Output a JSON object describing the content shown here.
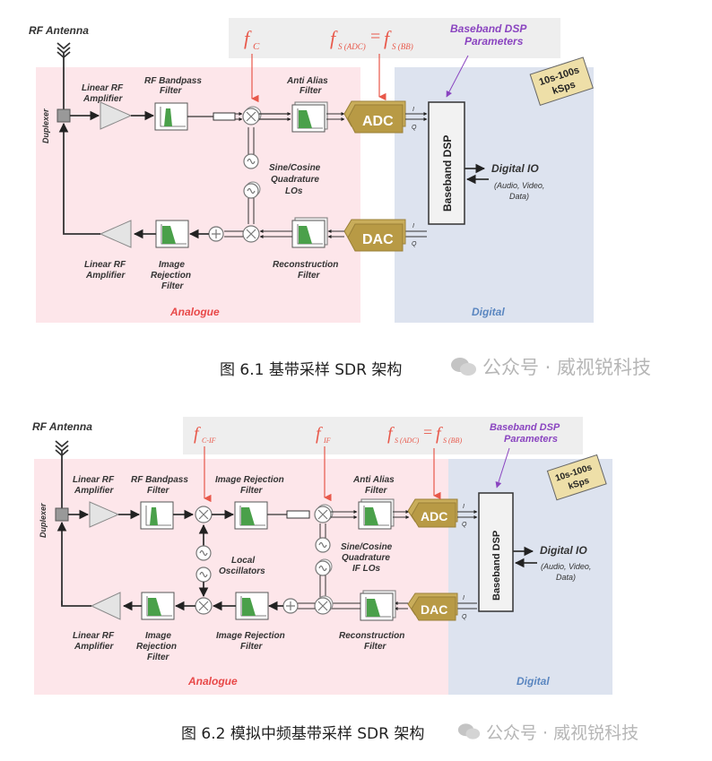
{
  "figure1": {
    "antenna_label": "RF Antenna",
    "duplexer_label": "Duplexer",
    "freq_fc": "f",
    "freq_fc_sub": "C",
    "freq_fs_left": "f",
    "freq_fs_left_sub": "S (ADC)",
    "freq_eq": "=",
    "freq_fs_right": "f",
    "freq_fs_right_sub": "S (BB)",
    "dsp_params_line1": "Baseband DSP",
    "dsp_params_line2": "Parameters",
    "rate_line1": "10s-100s",
    "rate_line2": "kSps",
    "rx_amp_line1": "Linear RF",
    "rx_amp_line2": "Amplifier",
    "bpf_line1": "RF Bandpass",
    "bpf_line2": "Filter",
    "aaf_line1": "Anti Alias",
    "aaf_line2": "Filter",
    "adc": "ADC",
    "dac": "DAC",
    "i_label": "I",
    "q_label": "Q",
    "lo_line1": "Sine/Cosine",
    "lo_line2": "Quadrature",
    "lo_line3": "LOs",
    "dsp_block": "Baseband DSP",
    "digital_io": "Digital IO",
    "digital_io_sub1": "(Audio, Video,",
    "digital_io_sub2": "Data)",
    "tx_amp_line1": "Linear RF",
    "tx_amp_line2": "Amplifier",
    "irf_line1": "Image",
    "irf_line2": "Rejection",
    "irf_line3": "Filter",
    "recon_line1": "Reconstruction",
    "recon_line2": "Filter",
    "analogue": "Analogue",
    "digital": "Digital",
    "caption": "图 6.1 基带采样 SDR 架构",
    "watermark": "公众号 · 威视锐科技"
  },
  "figure2": {
    "antenna_label": "RF Antenna",
    "duplexer_label": "Duplexer",
    "freq_fcrf": "f",
    "freq_fcrf_sub": "C-IF",
    "freq_fif": "f",
    "freq_fif_sub": "IF",
    "freq_fs_left": "f",
    "freq_fs_left_sub": "S (ADC)",
    "freq_eq": "=",
    "freq_fs_right": "f",
    "freq_fs_right_sub": "S (BB)",
    "dsp_params_line1": "Baseband DSP",
    "dsp_params_line2": "Parameters",
    "rate_line1": "10s-100s",
    "rate_line2": "kSps",
    "rx_amp_line1": "Linear RF",
    "rx_amp_line2": "Amplifier",
    "bpf_line1": "RF Bandpass",
    "bpf_line2": "Filter",
    "irf_top_line1": "Image Rejection",
    "irf_top_line2": "Filter",
    "aaf_line1": "Anti Alias",
    "aaf_line2": "Filter",
    "adc": "ADC",
    "dac": "DAC",
    "i_label": "I",
    "q_label": "Q",
    "lo1_line1": "Local",
    "lo1_line2": "Oscillators",
    "lo2_line1": "Sine/Cosine",
    "lo2_line2": "Quadrature",
    "lo2_line3": "IF LOs",
    "dsp_block": "Baseband DSP",
    "digital_io": "Digital IO",
    "digital_io_sub1": "(Audio, Video,",
    "digital_io_sub2": "Data)",
    "tx_amp_line1": "Linear RF",
    "tx_amp_line2": "Amplifier",
    "irf_bl_line1": "Image",
    "irf_bl_line2": "Rejection",
    "irf_bl_line3": "Filter",
    "irf_bm_line1": "Image Rejection",
    "irf_bm_line2": "Filter",
    "recon_line1": "Reconstruction",
    "recon_line2": "Filter",
    "analogue": "Analogue",
    "digital": "Digital",
    "caption": "图 6.2 模拟中频基带采样 SDR 架构",
    "watermark": "公众号 · 威视锐科技"
  },
  "colors": {
    "analogue_bg": "#fde6ea",
    "digital_bg": "#dde3ef",
    "freq_bg": "#eeeeee",
    "freq_red": "#e8584a",
    "dsp_purple": "#8a44c0",
    "converter_gold": "#b89a45",
    "rate_box": "#eedfa8",
    "filter_green": "#4aa04a",
    "analogue_text": "#e84848",
    "digital_text": "#5a86c0"
  }
}
